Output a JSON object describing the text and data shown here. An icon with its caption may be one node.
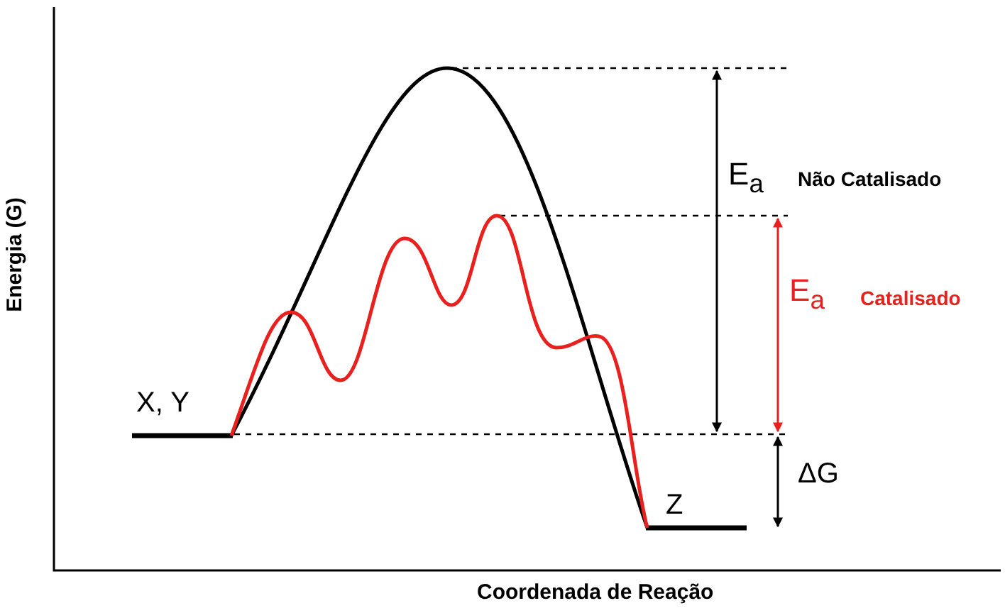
{
  "diagram": {
    "labels": [
      "Energia (G)",
      "E$_{a}$",
      "Não Catalisado",
      "E$_{a}$",
      "Catalisado",
      "X, Y",
      "ΔG",
      "Z",
      "Coordenada de Reação"
    ]
  }
}
